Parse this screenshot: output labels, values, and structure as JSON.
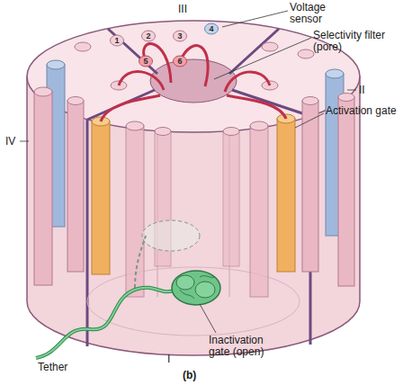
{
  "diagram": {
    "nodes": [
      {
        "text": [
          "1"
        ]
      },
      {
        "text": [
          "2"
        ]
      },
      {
        "text": [
          "3"
        ]
      },
      {
        "text": [
          "4"
        ]
      },
      {
        "text": [
          "5"
        ]
      },
      {
        "text": [
          "6"
        ]
      }
    ],
    "labels": [
      "III",
      "Voltage sensor",
      "Selectivity filter (pore)",
      "II",
      "IV",
      "Activation gate",
      "Tether",
      "I",
      "Inactivation gate (open)",
      "(b)"
    ]
  }
}
